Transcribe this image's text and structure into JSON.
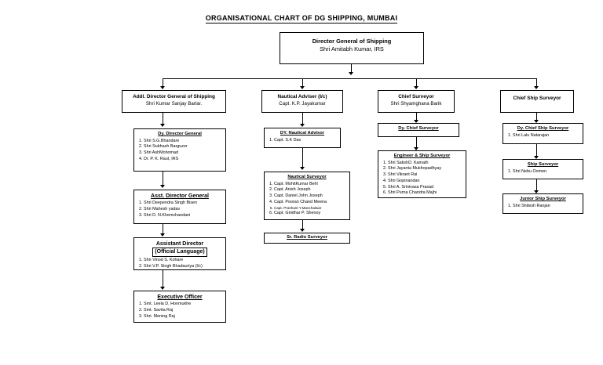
{
  "title": "ORGANISATIONAL CHART OF DG SHIPPING, MUMBAI",
  "root": {
    "heading": "Director General of Shipping",
    "subheading": "Shri Amitabh Kumar, IRS"
  },
  "level2": [
    {
      "heading": "Addl. Director General of Shipping",
      "subheading": "Shri Kumar Sanjay Barlar."
    },
    {
      "heading": "Nautical Adviser (I/c)",
      "subheading": "Capt. K.P. Jayakumar"
    },
    {
      "heading": "Chief Surveyor",
      "subheading": "Shri Shyamghana Barik"
    },
    {
      "heading": "Chief Ship Surveyor",
      "subheading": ""
    }
  ],
  "column_admin": [
    {
      "heading": "Dy. Director General",
      "items": [
        "Shri S.G.Bhandare",
        "Shri Subhash Barguzer",
        "Shri AshMohomad",
        "Dr. P. K. Raut, IRS"
      ]
    },
    {
      "heading": "Asst. Director General",
      "items": [
        "Shri Deependra Singh Bisen",
        "Shri Mahesh yadav",
        "Shri D. N.Khemchandani"
      ]
    },
    {
      "heading": "Assistant Director",
      "heading2": "(Official Language)",
      "items": [
        "Shri Vinod S. Kohare",
        "Shri V.P. Singh Bhadauriya (I/c)"
      ]
    },
    {
      "heading": "Executive Officer",
      "items": [
        "Smt. Leela D. Honmukhe",
        "Smt. Savita Raj",
        "Shri. Mening Raj"
      ]
    }
  ],
  "column_nautical": [
    {
      "heading": "DY. Nautical Advisor",
      "items": [
        "Capt. S.K Das"
      ]
    },
    {
      "heading": "Nautical Surveyor",
      "items": [
        "Capt. MohitKumar Behl",
        "Capt. Anish Joseph",
        "Capt. Daniel John Joseph",
        "Capt. Pooran Chand Meena",
        "Capt. Prashant Y.Manchalwar",
        "Capt. Giridhar P. Shenoy"
      ]
    },
    {
      "heading": "Sr. Radio Surveyor",
      "items": []
    }
  ],
  "column_surveyor": [
    {
      "heading": "Dy. Chief Surveyor",
      "items": []
    },
    {
      "heading": "Engineer & Ship Surveyor",
      "items": [
        "Shri SatishD. Kamath",
        "Shri Jayanta Mukhopadhyay",
        "Shri Vikrant Rai",
        "Shri Gopinandan",
        "Shri A. Srinivasa Prasad",
        "Shri Purna Chandra Majhi"
      ]
    }
  ],
  "column_ship": [
    {
      "heading": "Dy. Chief Ship Surveyor",
      "items": [
        "Shri Lalu Natarajan"
      ]
    },
    {
      "heading": "Ship Surveyor",
      "items": [
        "Shri Nebu Oomen"
      ]
    },
    {
      "heading": "Junior  Ship Surveyor",
      "items": [
        "Shri Shitesh Ranjan"
      ]
    }
  ],
  "colors": {
    "line": "#000000",
    "background": "#ffffff",
    "text": "#000000"
  }
}
